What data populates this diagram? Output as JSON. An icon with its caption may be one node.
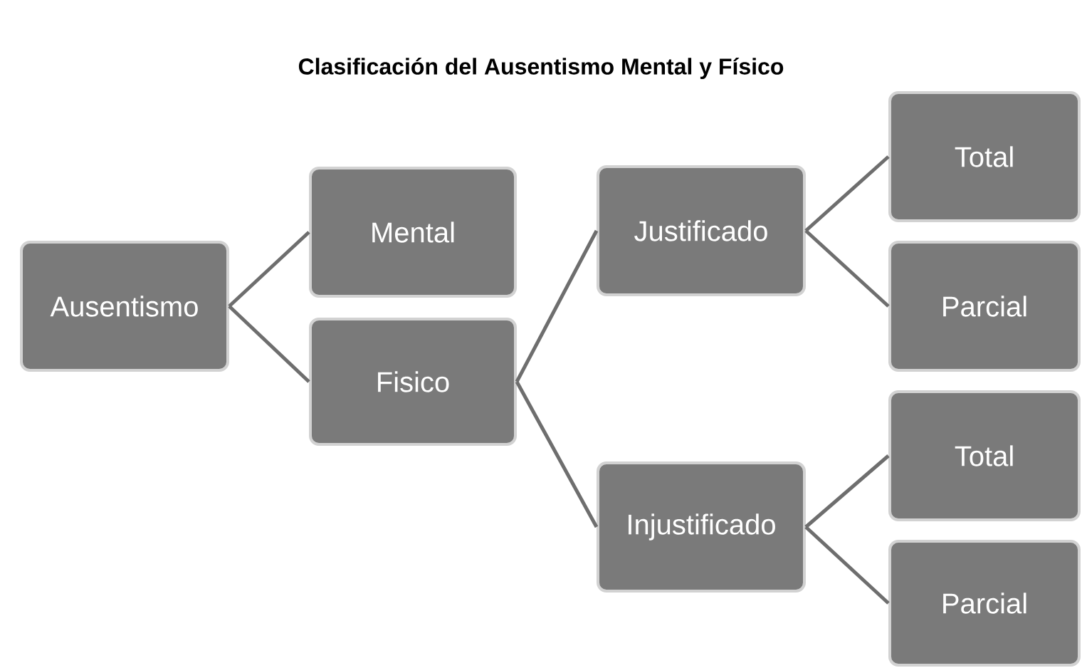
{
  "diagram": {
    "title": "Clasificación del Ausentismo Mental y Físico",
    "nodes": [
      {
        "text": [
          "Ausentismo"
        ]
      },
      {
        "text": [
          "Mental"
        ]
      },
      {
        "text": [
          "Fisico"
        ]
      },
      {
        "text": [
          "Justificado"
        ]
      },
      {
        "text": [
          "Injustificado"
        ]
      },
      {
        "text": [
          "Total"
        ]
      },
      {
        "text": [
          "Parcial"
        ]
      },
      {
        "text": [
          "Total"
        ]
      },
      {
        "text": [
          "Parcial"
        ]
      }
    ],
    "edges": [
      {
        "from": 0,
        "to": 1,
        "arrow": "none"
      },
      {
        "from": 0,
        "to": 2,
        "arrow": "none"
      },
      {
        "from": 2,
        "to": 3,
        "arrow": "none"
      },
      {
        "from": 2,
        "to": 4,
        "arrow": "none"
      },
      {
        "from": 3,
        "to": 5,
        "arrow": "none"
      },
      {
        "from": 3,
        "to": 6,
        "arrow": "none"
      },
      {
        "from": 4,
        "to": 7,
        "arrow": "none"
      },
      {
        "from": 4,
        "to": 8,
        "arrow": "none"
      }
    ]
  }
}
